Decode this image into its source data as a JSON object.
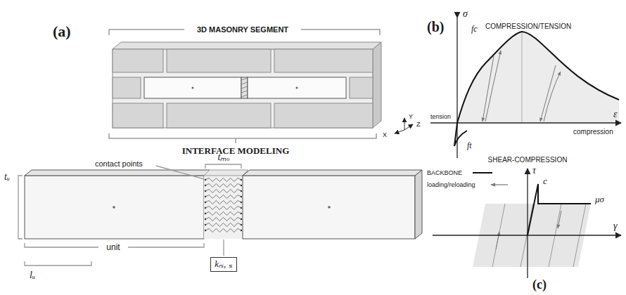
{
  "diagram": {
    "nodes": [
      {
        "text": [
          "kₙᵢ, ₛᵢ"
        ]
      }
    ],
    "labels": [
      "(a)",
      "3D MASONRY SEGMENT",
      "Y",
      "Z",
      "X",
      "INTERFACE MODELING",
      "contact points",
      "tₘₒ",
      "tᵤ",
      "unit",
      "lᵤ",
      "(b)",
      "COMPRESSION/TENSION",
      "σ",
      "fc",
      "tension",
      "compression",
      "ε",
      "ft",
      "SHEAR-COMPRESSION",
      "τ",
      "c",
      "μσ",
      "γ",
      "(c)"
    ],
    "legend": [
      {
        "text": "BACKBONE"
      },
      {
        "text": "loading/reloading"
      }
    ]
  }
}
